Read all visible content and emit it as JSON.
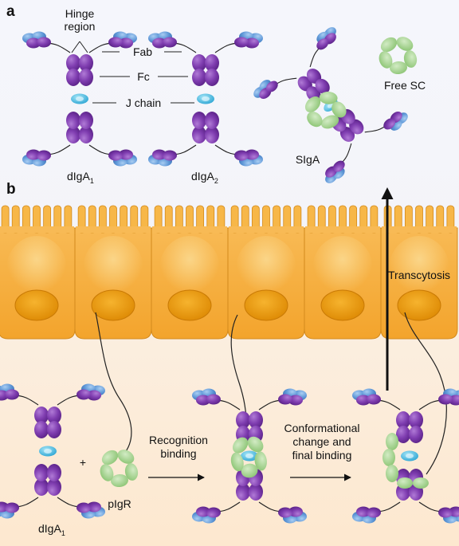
{
  "panels": {
    "a": "a",
    "b": "b"
  },
  "labels": {
    "hinge_line1": "Hinge",
    "hinge_line2": "region",
    "fab": "Fab",
    "fc": "Fc",
    "j_chain": "J chain",
    "digA1_main": "dIgA",
    "digA1_sub": "1",
    "digA2_main": "dIgA",
    "digA2_sub": "2",
    "sIgA": "SIgA",
    "free_sc": "Free SC",
    "plus": "+",
    "pigr": "pIgR",
    "recognition_line1": "Recognition",
    "recognition_line2": "binding",
    "conformational_line1": "Conformational",
    "conformational_line2": "change and",
    "conformational_line3": "final binding",
    "transcytosis": "Transcytosis",
    "digA1_b_main": "dIgA",
    "digA1_b_sub": "1"
  },
  "colors": {
    "background_top": "#f7f8fd",
    "background_bottom": "#fdf0e2",
    "cell_fill": "#f6b13e",
    "cell_border": "#d38a1c",
    "nucleus_fill": "#eb9a0a",
    "heavy_chain": "#7f3db0",
    "light_chain": "#6fa5de",
    "j_chain": "#5cc6e8",
    "secretory_component": "#a3d28e",
    "arrow": "#111111"
  }
}
